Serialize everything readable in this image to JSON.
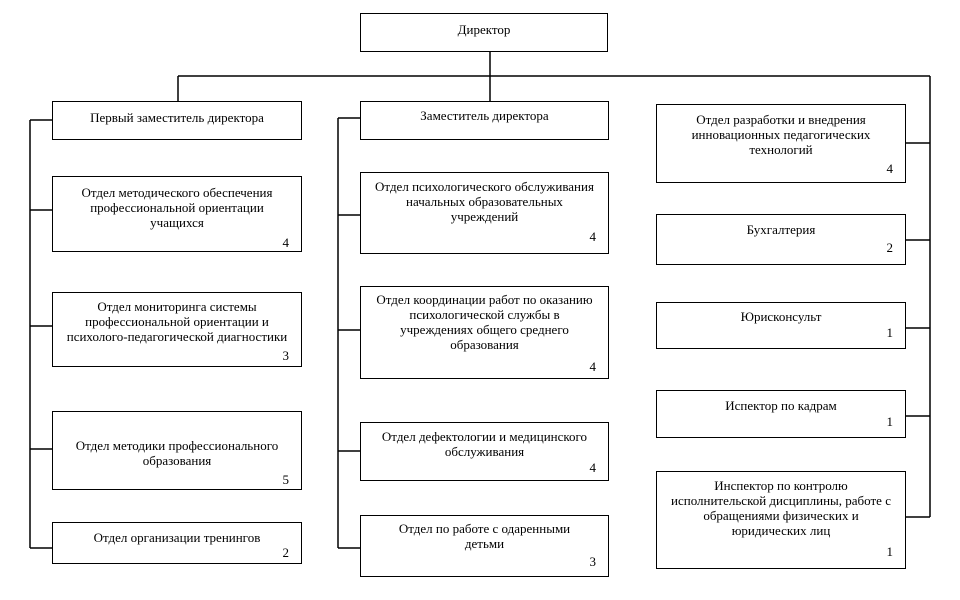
{
  "nodes": {
    "director": {
      "label": "Директор"
    },
    "deputy1": {
      "label": "Первый заместитель директора"
    },
    "deputy2": {
      "label": "Заместитель директора"
    },
    "dept_method": {
      "label": "Отдел методического обеспечения\nпрофессиональной ориентации\nучащихся",
      "count": "4"
    },
    "dept_monitor": {
      "label": "Отдел мониторинга системы\nпрофессиональной ориентации и\nпсихолого-педагогической диагностики",
      "count": "3"
    },
    "dept_methodology": {
      "label": "Отдел  методики профессионального\nобразования",
      "count": "5"
    },
    "dept_training": {
      "label": "Отдел организации тренингов",
      "count": "2"
    },
    "dept_psych": {
      "label": "Отдел психологического обслуживания\nначальных образовательных\nучреждений",
      "count": "4"
    },
    "dept_coord": {
      "label": "Отдел координации работ по оказанию\nпсихологической службы в\nучреждениях общего среднего\nобразования",
      "count": "4"
    },
    "dept_defect": {
      "label": "Отдел дефектологии и медицинского\nобслуживания",
      "count": "4"
    },
    "dept_gifted": {
      "label": "Отдел по работе с одаренными\nдетьми",
      "count": "3"
    },
    "dept_innov": {
      "label": "Отдел разработки и внедрения\nинновационных педагогических\nтехнологий",
      "count": "4"
    },
    "accounting": {
      "label": "Бухгалтерия",
      "count": "2"
    },
    "lawyer": {
      "label": "Юрисконсульт",
      "count": "1"
    },
    "hr": {
      "label": "Испектор по кадрам",
      "count": "1"
    },
    "inspector": {
      "label": "Инспектор по контролю\nисполнительской дисциплины, работе с\nобращениями физических и\nюридических лиц",
      "count": "1"
    }
  }
}
